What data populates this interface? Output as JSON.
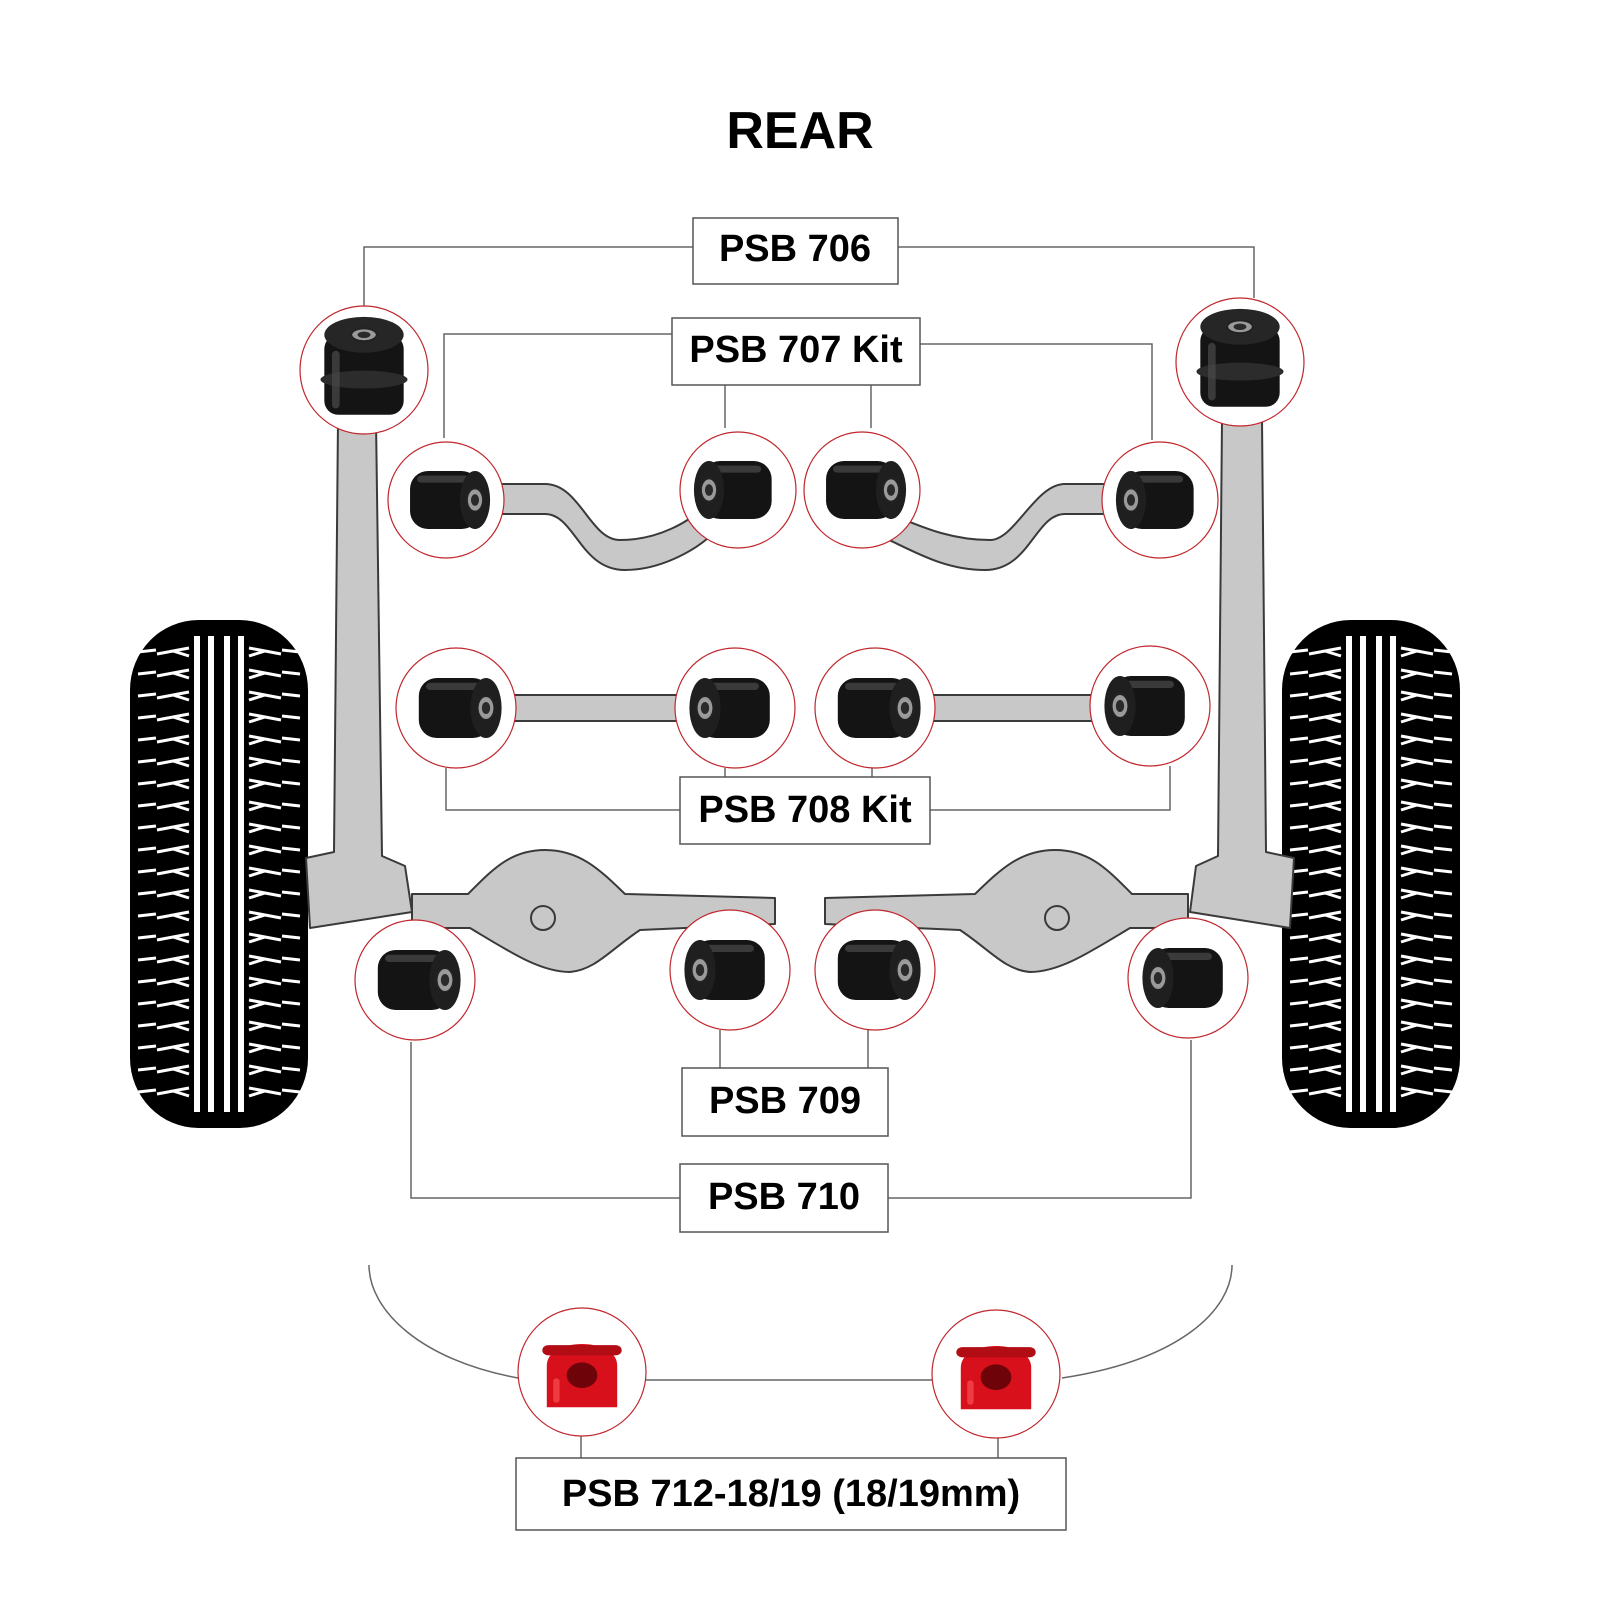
{
  "title": "REAR",
  "labels": {
    "psb706": "PSB 706",
    "psb707": "PSB 707 Kit",
    "psb708": "PSB 708 Kit",
    "psb709": "PSB 709",
    "psb710": "PSB 710",
    "psb712": "PSB 712-18/19 (18/19mm)"
  },
  "colors": {
    "ring": "#c0262c",
    "bush_black": "#141414",
    "bush_red": "#d8101b",
    "arm_grey": "#c8c8c8",
    "tyre_black": "#000000"
  },
  "icons": {
    "bushing": "bushing-icon",
    "antiroll_bushing": "anti-roll-bar-bushing-icon",
    "tyre": "tyre-icon"
  }
}
